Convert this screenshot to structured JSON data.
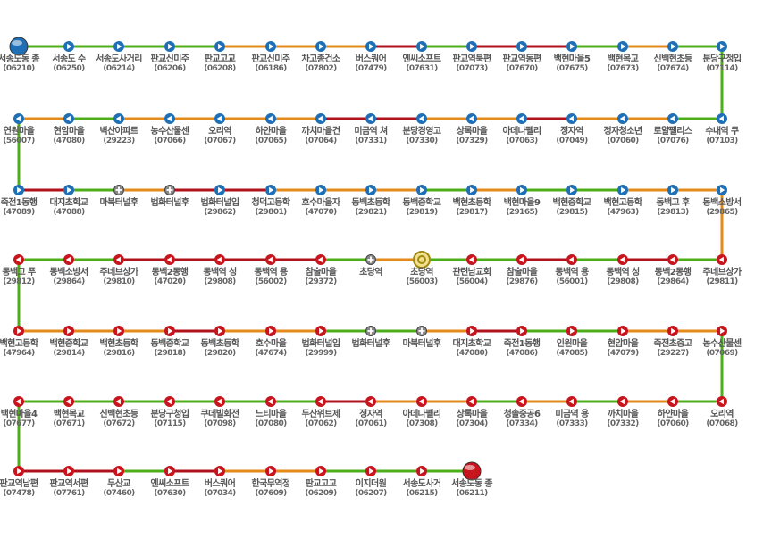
{
  "colors": {
    "seg": {
      "g": "#4caf1a",
      "o": "#e48a1a",
      "r": "#b0121b"
    },
    "dir_blue": "#1f6fb7",
    "dir_red": "#c8141d"
  },
  "legend_note": "",
  "stops": [
    {
      "name": "서송도동 종",
      "id": "(06210)",
      "type": "start"
    },
    {
      "name": "서송도 수",
      "id": "(06250)",
      "type": "blue"
    },
    {
      "name": "서송도사거리",
      "id": "(06214)",
      "type": "blue"
    },
    {
      "name": "판교신미주",
      "id": "(06206)",
      "type": "blue"
    },
    {
      "name": "판교고교",
      "id": "(06208)",
      "type": "blue"
    },
    {
      "name": "판교신미주",
      "id": "(06186)",
      "type": "blue"
    },
    {
      "name": "차고종건소",
      "id": "(07802)",
      "type": "blue"
    },
    {
      "name": "버스쿼어",
      "id": "(07479)",
      "type": "blue"
    },
    {
      "name": "엔씨소프트",
      "id": "(07631)",
      "type": "blue"
    },
    {
      "name": "판교역북편",
      "id": "(07073)",
      "type": "blue"
    },
    {
      "name": "판교역동편",
      "id": "(07670)",
      "type": "blue"
    },
    {
      "name": "백현마을5",
      "id": "(07675)",
      "type": "blue"
    },
    {
      "name": "백현목교",
      "id": "(07673)",
      "type": "blue"
    },
    {
      "name": "신백현초등",
      "id": "(07674)",
      "type": "blue"
    },
    {
      "name": "분당구청입",
      "id": "(07114)",
      "type": "blue"
    },
    {
      "name": "수내역 쿠",
      "id": "(07103)",
      "type": "blue"
    },
    {
      "name": "로얄팰리스",
      "id": "(07076)",
      "type": "blue"
    },
    {
      "name": "정자청소년",
      "id": "(07060)",
      "type": "blue"
    },
    {
      "name": "정자역",
      "id": "(07049)",
      "type": "blue"
    },
    {
      "name": "아데나펠리",
      "id": "(07063)",
      "type": "blue"
    },
    {
      "name": "상록마을",
      "id": "(07329)",
      "type": "blue"
    },
    {
      "name": "분당경영고",
      "id": "(07330)",
      "type": "blue"
    },
    {
      "name": "미금역 쳐",
      "id": "(07331)",
      "type": "blue"
    },
    {
      "name": "까치마을건",
      "id": "(07064)",
      "type": "blue"
    },
    {
      "name": "하얀마을",
      "id": "(07065)",
      "type": "blue"
    },
    {
      "name": "오리역",
      "id": "(07067)",
      "type": "blue"
    },
    {
      "name": "농수산물센",
      "id": "(07066)",
      "type": "blue"
    },
    {
      "name": "벽산아파트",
      "id": "(29223)",
      "type": "blue"
    },
    {
      "name": "현암마을",
      "id": "(47080)",
      "type": "blue"
    },
    {
      "name": "연원마을",
      "id": "(56007)",
      "type": "blue"
    },
    {
      "name": "죽전1동행",
      "id": "(47089)",
      "type": "blue"
    },
    {
      "name": "대지초학교",
      "id": "(47088)",
      "type": "blue"
    },
    {
      "name": "마북터널후",
      "id": "",
      "type": "plus"
    },
    {
      "name": "법화터널후",
      "id": "",
      "type": "plus"
    },
    {
      "name": "법화터널입",
      "id": "(29862)",
      "type": "blue"
    },
    {
      "name": "청덕고등학",
      "id": "(29801)",
      "type": "blue"
    },
    {
      "name": "호수마을자",
      "id": "(47070)",
      "type": "blue"
    },
    {
      "name": "동백초등학",
      "id": "(29821)",
      "type": "blue"
    },
    {
      "name": "동백중학교",
      "id": "(29819)",
      "type": "blue"
    },
    {
      "name": "백현초등학",
      "id": "(29817)",
      "type": "blue"
    },
    {
      "name": "백현마을9",
      "id": "(29165)",
      "type": "blue"
    },
    {
      "name": "백현중학교",
      "id": "(29815)",
      "type": "blue"
    },
    {
      "name": "백현고등학",
      "id": "(47963)",
      "type": "blue"
    },
    {
      "name": "동백고 후",
      "id": "(29813)",
      "type": "blue"
    },
    {
      "name": "동백소방서",
      "id": "(29865)",
      "type": "blue"
    },
    {
      "name": "주네브상가",
      "id": "(29811)",
      "type": "red"
    },
    {
      "name": "동백2동행",
      "id": "(29864)",
      "type": "red"
    },
    {
      "name": "동백역 성",
      "id": "(29808)",
      "type": "red"
    },
    {
      "name": "동백역 용",
      "id": "(56001)",
      "type": "red"
    },
    {
      "name": "참술마을",
      "id": "(29876)",
      "type": "red"
    },
    {
      "name": "관련남교회",
      "id": "(56004)",
      "type": "red"
    },
    {
      "name": "초당역",
      "id": "(56003)",
      "type": "turn"
    },
    {
      "name": "초당역",
      "id": "",
      "type": "plus"
    },
    {
      "name": "참술마을",
      "id": "(29372)",
      "type": "red"
    },
    {
      "name": "동백역 용",
      "id": "(56002)",
      "type": "red"
    },
    {
      "name": "동백역 성",
      "id": "(29808)",
      "type": "red"
    },
    {
      "name": "동백2동행",
      "id": "(47020)",
      "type": "red"
    },
    {
      "name": "주네브상가",
      "id": "(29810)",
      "type": "red"
    },
    {
      "name": "동백소방서",
      "id": "(29864)",
      "type": "red"
    },
    {
      "name": "동백고 푸",
      "id": "(29812)",
      "type": "red"
    },
    {
      "name": "백현고등학",
      "id": "(47964)",
      "type": "red"
    },
    {
      "name": "백현중학교",
      "id": "(29814)",
      "type": "red"
    },
    {
      "name": "백현초등학",
      "id": "(29816)",
      "type": "red"
    },
    {
      "name": "동백중학교",
      "id": "(29818)",
      "type": "red"
    },
    {
      "name": "동백초등학",
      "id": "(29820)",
      "type": "red"
    },
    {
      "name": "호수마을",
      "id": "(47674)",
      "type": "red"
    },
    {
      "name": "법화터널입",
      "id": "(29999)",
      "type": "red"
    },
    {
      "name": "법화터널후",
      "id": "",
      "type": "plus"
    },
    {
      "name": "마북터널후",
      "id": "",
      "type": "plus"
    },
    {
      "name": "대지초학교",
      "id": "(47080)",
      "type": "red"
    },
    {
      "name": "죽전1동행",
      "id": "(47086)",
      "type": "red"
    },
    {
      "name": "인원마을",
      "id": "(47085)",
      "type": "red"
    },
    {
      "name": "현암마을",
      "id": "(47079)",
      "type": "red"
    },
    {
      "name": "죽전초중고",
      "id": "(29227)",
      "type": "red"
    },
    {
      "name": "농수산물센",
      "id": "(07069)",
      "type": "red"
    },
    {
      "name": "오리역",
      "id": "(07068)",
      "type": "red"
    },
    {
      "name": "하얀마을",
      "id": "(07060)",
      "type": "red"
    },
    {
      "name": "까치마을",
      "id": "(07332)",
      "type": "red"
    },
    {
      "name": "미금역 용",
      "id": "(07333)",
      "type": "red"
    },
    {
      "name": "청솔중공6",
      "id": "(07334)",
      "type": "red"
    },
    {
      "name": "상록마을",
      "id": "(07304)",
      "type": "red"
    },
    {
      "name": "아데나펠리",
      "id": "(07308)",
      "type": "red"
    },
    {
      "name": "정자역",
      "id": "(07061)",
      "type": "red"
    },
    {
      "name": "두산위브제",
      "id": "(07062)",
      "type": "red"
    },
    {
      "name": "느티마을",
      "id": "(07080)",
      "type": "red"
    },
    {
      "name": "쿠데빌화전",
      "id": "(07098)",
      "type": "red"
    },
    {
      "name": "분당구청입",
      "id": "(07115)",
      "type": "red"
    },
    {
      "name": "신백현초등",
      "id": "(07672)",
      "type": "red"
    },
    {
      "name": "백현목교",
      "id": "(07671)",
      "type": "red"
    },
    {
      "name": "백현마을4",
      "id": "(07677)",
      "type": "red"
    },
    {
      "name": "판교역남편",
      "id": "(07478)",
      "type": "red"
    },
    {
      "name": "판교역서편",
      "id": "(07761)",
      "type": "red"
    },
    {
      "name": "두산교",
      "id": "(07460)",
      "type": "red"
    },
    {
      "name": "엔씨소프트",
      "id": "(07630)",
      "type": "red"
    },
    {
      "name": "버스쿼어",
      "id": "(07034)",
      "type": "red"
    },
    {
      "name": "한국무역정",
      "id": "(07609)",
      "type": "red"
    },
    {
      "name": "판교고교",
      "id": "(06209)",
      "type": "red"
    },
    {
      "name": "이지더원",
      "id": "(06207)",
      "type": "red"
    },
    {
      "name": "서송도사거",
      "id": "(06215)",
      "type": "red"
    },
    {
      "name": "서송도동 종",
      "id": "(06211)",
      "type": "end"
    }
  ],
  "segments": [
    "g",
    "g",
    "g",
    "g",
    "o",
    "o",
    "o",
    "r",
    "g",
    "r",
    "r",
    "g",
    "o",
    "g",
    "g",
    "g",
    "o",
    "o",
    "r",
    "o",
    "o",
    "r",
    "r",
    "o",
    "o",
    "o",
    "o",
    "g",
    "o",
    "g",
    "r",
    "g",
    "o",
    "r",
    "r",
    "o",
    "o",
    "o",
    "g",
    "o",
    "g",
    "g",
    "o",
    "o",
    "o",
    "g",
    "r",
    "g",
    "r",
    "g",
    "g",
    "o",
    "g",
    "r",
    "r",
    "r",
    "r",
    "g",
    "g",
    "g",
    "o",
    "o",
    "o",
    "r",
    "o",
    "o",
    "g",
    "g",
    "o",
    "r",
    "g",
    "g",
    "o",
    "o",
    "g",
    "g",
    "o",
    "g",
    "o",
    "g",
    "o",
    "o",
    "r",
    "g",
    "g",
    "g",
    "g",
    "g",
    "g",
    "g",
    "r",
    "r",
    "g",
    "r",
    "o",
    "o",
    "g",
    "g",
    "g"
  ]
}
